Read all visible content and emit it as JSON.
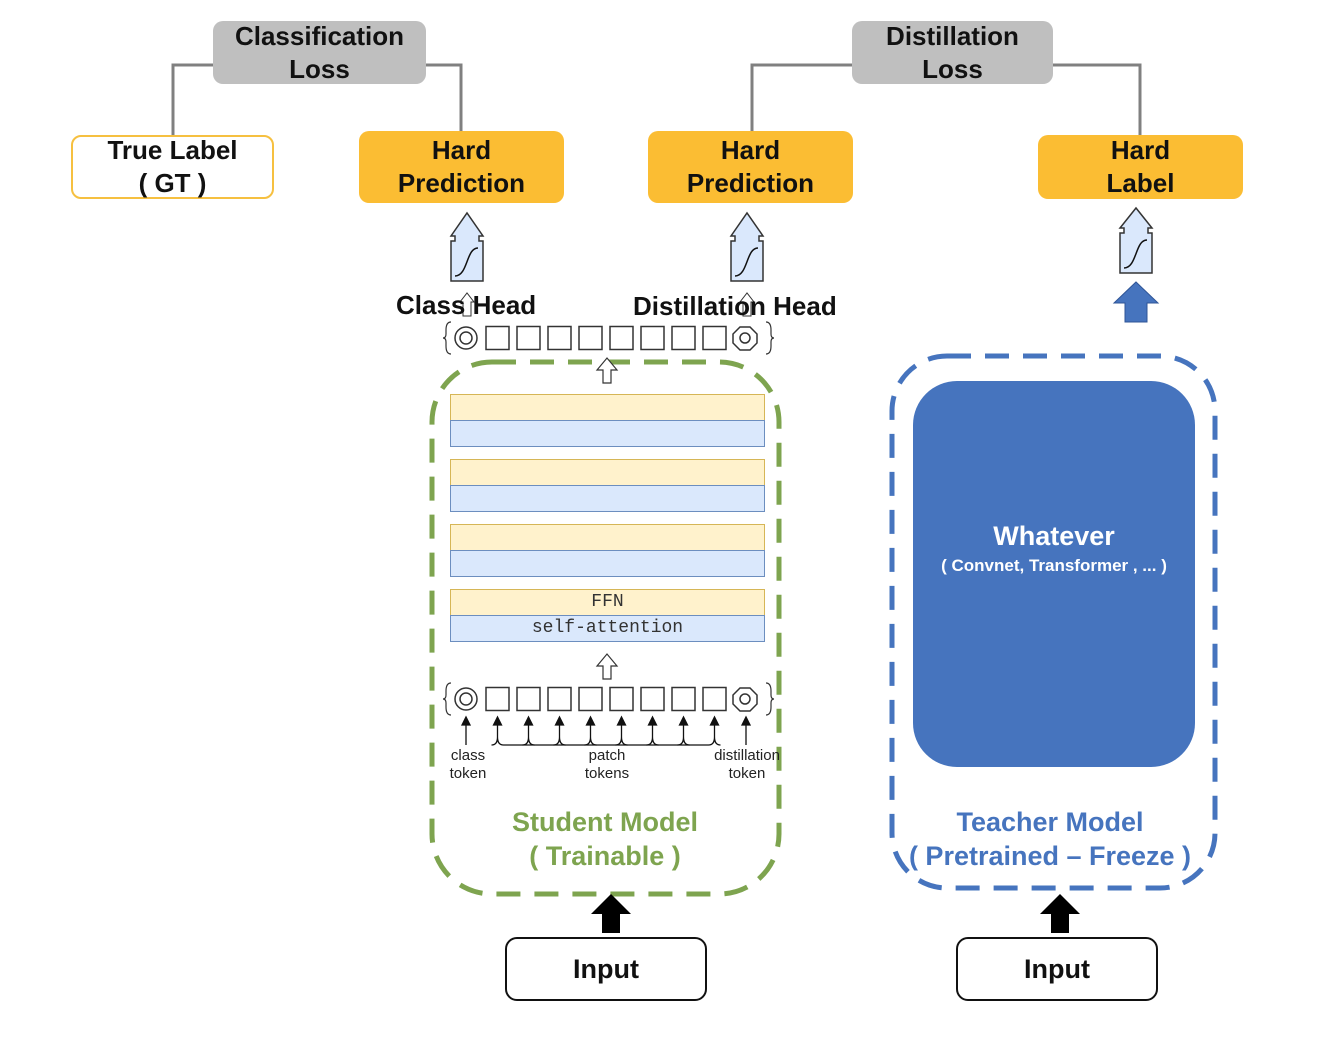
{
  "losses": {
    "classification": {
      "line1": "Classification",
      "line2": "Loss"
    },
    "distillation": {
      "line1": "Distillation",
      "line2": "Loss"
    }
  },
  "targets": {
    "true_label": {
      "line1": "True Label",
      "line2": "( GT )"
    },
    "class_prediction": {
      "line1": "Hard",
      "line2": "Prediction"
    },
    "distill_prediction": {
      "line1": "Hard",
      "line2": "Prediction"
    },
    "hard_label": {
      "line1": "Hard",
      "line2": "Label"
    }
  },
  "heads": {
    "class_head": "Class Head",
    "distillation_head": "Distillation Head"
  },
  "student": {
    "layers": [
      {
        "ffn": "",
        "attention": ""
      },
      {
        "ffn": "",
        "attention": ""
      },
      {
        "ffn": "",
        "attention": ""
      },
      {
        "ffn": "FFN",
        "attention": "self-attention"
      }
    ],
    "token_labels": {
      "class_token": [
        "class",
        "token"
      ],
      "patch_tokens": [
        "patch",
        "tokens"
      ],
      "distillation_token": [
        "distillation",
        "token"
      ]
    },
    "patch_token_count": 8,
    "title": "Student Model",
    "subtitle": "( Trainable )"
  },
  "teacher": {
    "core_title": "Whatever",
    "core_subtitle": "( Convnet, Transformer , ... )",
    "title": "Teacher Model",
    "subtitle": "( Pretrained – Freeze )"
  },
  "inputs": {
    "student_input": "Input",
    "teacher_input": "Input"
  },
  "colors": {
    "loss_box": "#bfbfbf",
    "prediction_box": "#fbbd33",
    "student_accent": "#7ea44f",
    "teacher_accent": "#4674be",
    "ffn_fill": "#fff2cc",
    "attention_fill": "#dae8fc"
  }
}
